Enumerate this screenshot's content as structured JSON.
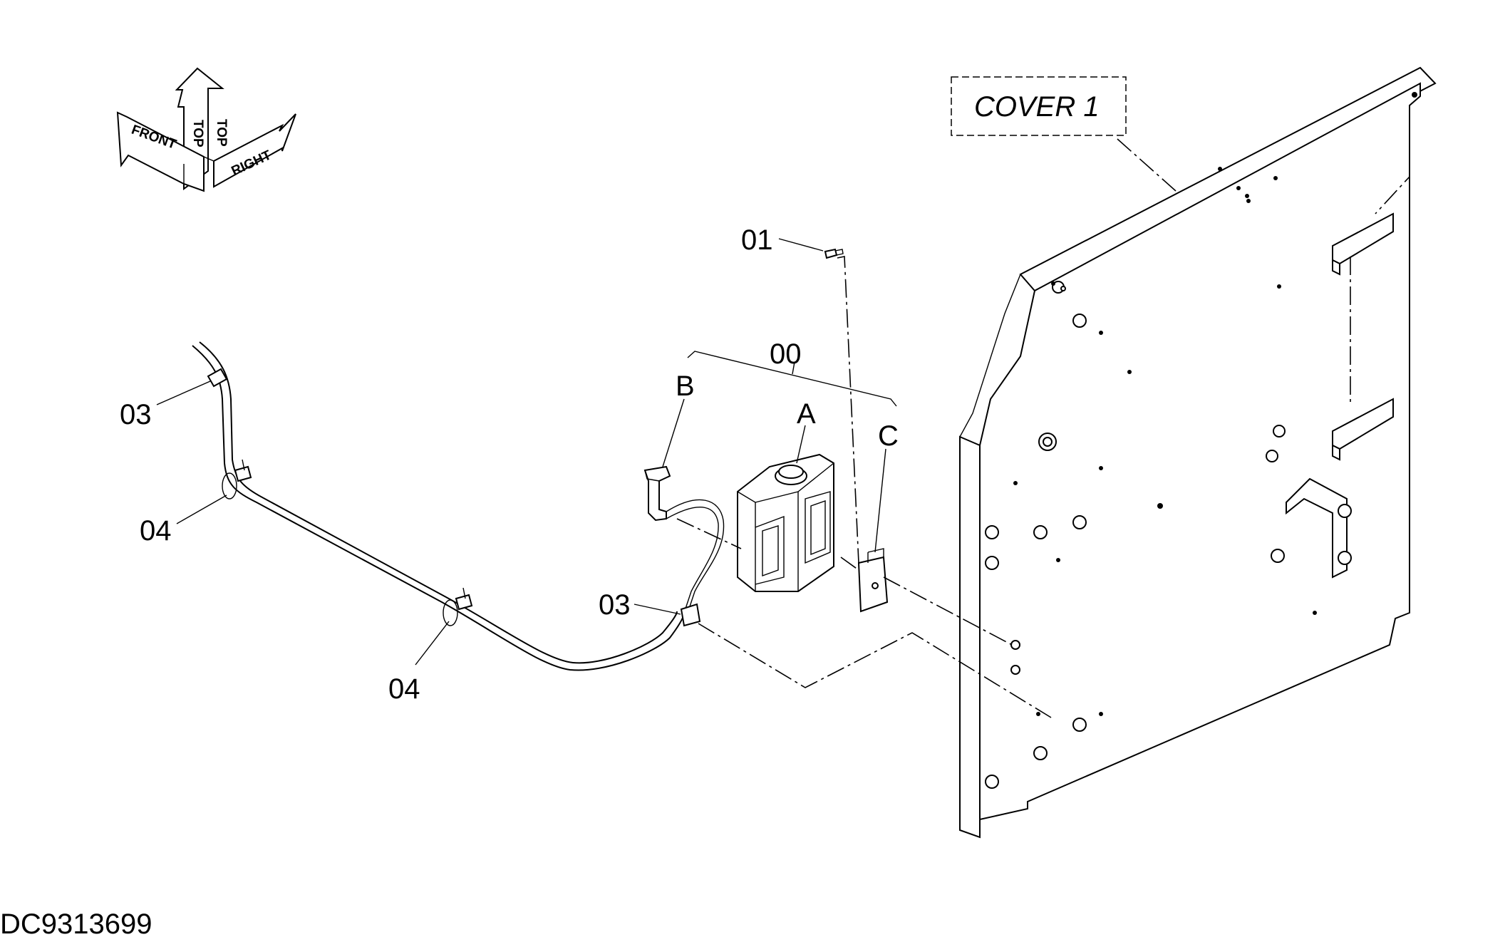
{
  "orientation_arrows": {
    "front": "FRONT",
    "top": "TOP",
    "right": "RIGHT"
  },
  "callouts": {
    "cover": "COVER 1",
    "part_01": "01",
    "part_00": "00",
    "sub_a": "A",
    "sub_b": "B",
    "sub_c": "C",
    "part_03_upper": "03",
    "part_03_lower": "03",
    "part_04_upper": "04",
    "part_04_lower": "04"
  },
  "drawing_id": "DC9313699"
}
